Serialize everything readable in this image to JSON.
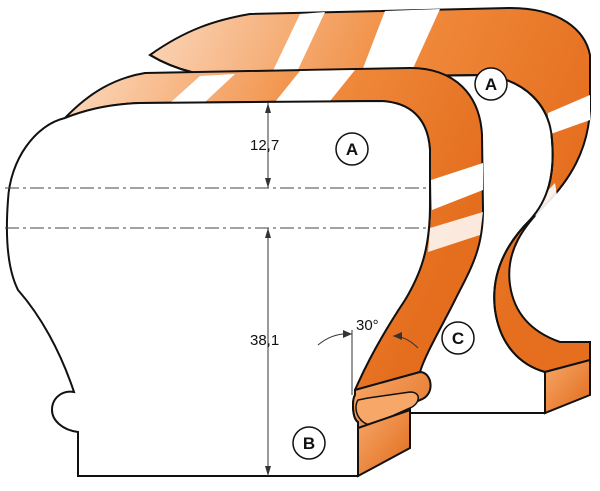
{
  "dimensions": {
    "top_height": "12,7",
    "main_height": "38,1",
    "angle": "30°"
  },
  "badges": {
    "front_top": "A",
    "back_top": "A",
    "front_bottom": "B",
    "back_side": "C"
  },
  "colors": {
    "orange": "#ee7c2c",
    "orange_light": "#fbd7bb",
    "stroke": "#111111",
    "background": "#ffffff"
  }
}
